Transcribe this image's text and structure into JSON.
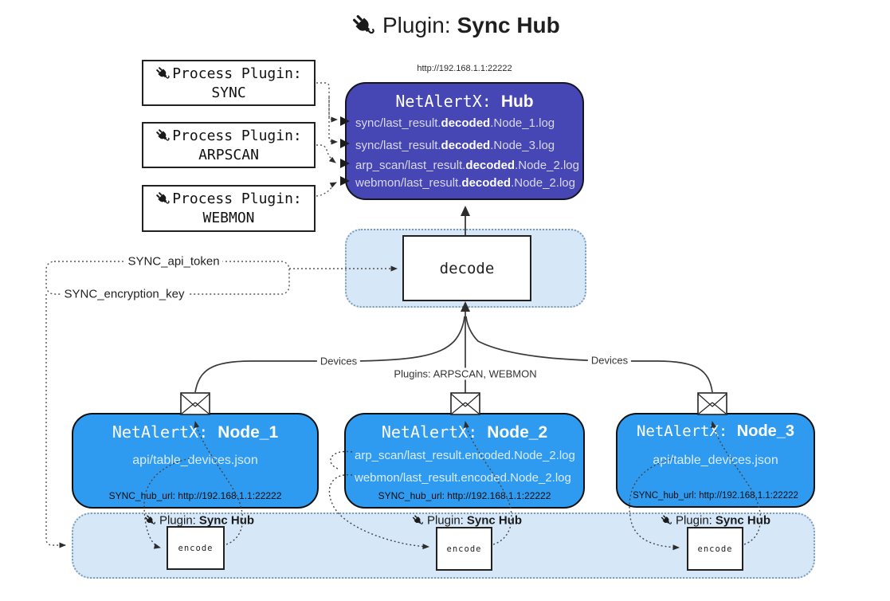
{
  "colors": {
    "hub_fill": "#4646B5",
    "node_fill": "#2E9BF0",
    "panel_fill": "#D6E7F8",
    "panel_border": "#7C9CB8",
    "line": "#3a3a3a",
    "hub_text": "#D9D9EA",
    "node_text": "#D9ECFF"
  },
  "title": {
    "prefix": "Plugin: ",
    "bold": "Sync Hub"
  },
  "process_plugins": [
    {
      "label": "Process Plugin:",
      "name": "SYNC"
    },
    {
      "label": "Process Plugin:",
      "name": "ARPSCAN"
    },
    {
      "label": "Process Plugin:",
      "name": "WEBMON"
    }
  ],
  "hub": {
    "url": "http://192.168.1.1:22222",
    "title_prefix": "NetAlertX: ",
    "title_bold": "Hub",
    "logs": [
      {
        "pre": "sync/last_result.",
        "bold": "decoded",
        "post": ".Node_1.log"
      },
      {
        "pre": "sync/last_result.",
        "bold": "decoded",
        "post": ".Node_3.log"
      },
      {
        "pre": "arp_scan/last_result.",
        "bold": "decoded",
        "post": ".Node_2.log"
      },
      {
        "pre": "webmon/last_result.",
        "bold": "decoded",
        "post": ".Node_2.log"
      }
    ]
  },
  "decode_label": "decode",
  "keys": {
    "api_token": "SYNC_api_token",
    "encryption_key": "SYNC_encryption_key"
  },
  "edge_labels": {
    "devices_left": "Devices",
    "plugins_middle": "Plugins: ARPSCAN, WEBMON",
    "devices_right": "Devices"
  },
  "nodes": [
    {
      "title_prefix": "NetAlertX: ",
      "title_bold": "Node_1",
      "files": [
        "api/table_devices.json"
      ],
      "hub_url": "SYNC_hub_url: http://192.168.1.1:22222"
    },
    {
      "title_prefix": "NetAlertX: ",
      "title_bold": "Node_2",
      "files": [
        "arp_scan/last_result.encoded.Node_2.log",
        "webmon/last_result.encoded.Node_2.log"
      ],
      "hub_url": "SYNC_hub_url: http://192.168.1.1:22222"
    },
    {
      "title_prefix": "NetAlertX: ",
      "title_bold": "Node_3",
      "files": [
        "api/table_devices.json"
      ],
      "hub_url": "SYNC_hub_url: http://192.168.1.1:22222"
    }
  ],
  "encode_sections": [
    {
      "label_prefix": "Plugin: ",
      "label_bold": "Sync Hub",
      "box_label": "encode"
    },
    {
      "label_prefix": "Plugin: ",
      "label_bold": "Sync Hub",
      "box_label": "encode"
    },
    {
      "label_prefix": "Plugin: ",
      "label_bold": "Sync Hub",
      "box_label": "encode"
    }
  ]
}
